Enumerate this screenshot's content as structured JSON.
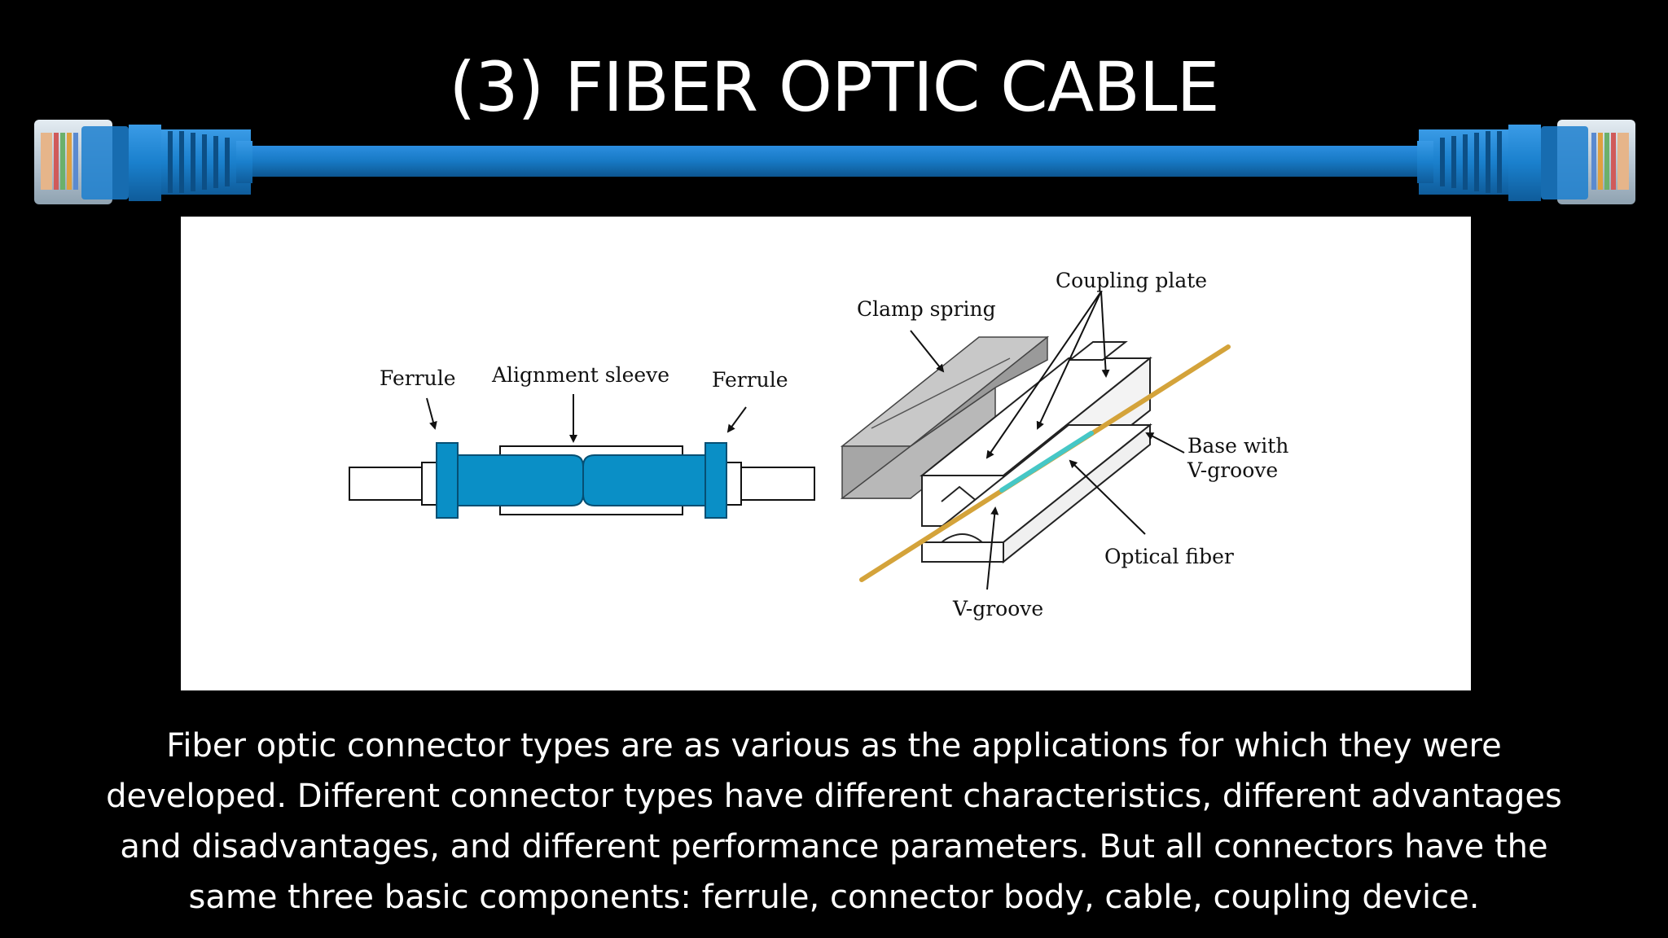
{
  "slide": {
    "title": "(3) FIBER OPTIC CABLE",
    "body_text": "Fiber optic connector types are as various as the applications for which they were developed. Different connector types have different characteristics, different advantages and disadvantages, and different performance parameters. But all connectors have the same three basic components: ferrule, connector body, cable, coupling device."
  },
  "diagram": {
    "left_labels": {
      "ferrule_left": "Ferrule",
      "alignment_sleeve": "Alignment sleeve",
      "ferrule_right": "Ferrule"
    },
    "right_labels": {
      "coupling_plate": "Coupling plate",
      "clamp_spring": "Clamp spring",
      "base_line1": "Base with",
      "base_line2": "V-groove",
      "optical_fiber": "Optical fiber",
      "v_groove": "V-groove"
    },
    "colors": {
      "connector_blue": "#0a8fc6",
      "connector_blue_dark": "#0b6f9e",
      "fiber_gold": "#d4a33a",
      "fiber_cyan": "#46c7c6"
    }
  },
  "cable": {
    "colors": {
      "jacket": "#1779c4",
      "jacket_dark": "#0e5a99",
      "plug": "#c7d4df"
    }
  }
}
